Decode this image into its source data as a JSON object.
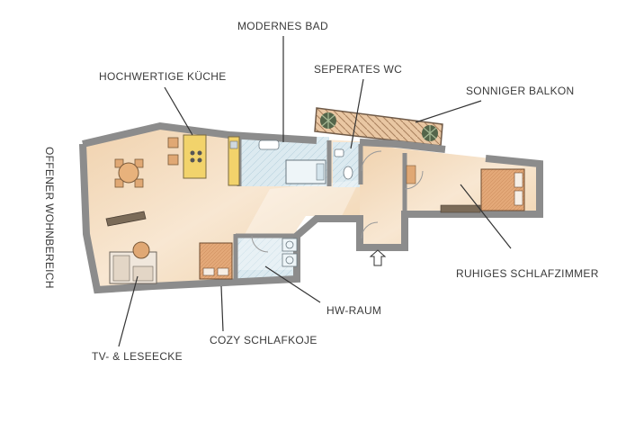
{
  "labels": {
    "modernes_bad": "MODERNES BAD",
    "hochwertige_kueche": "HOCHWERTIGE KÜCHE",
    "seperates_wc": "SEPERATES WC",
    "sonniger_balkon": "SONNIGER BALKON",
    "offener_wohnbereich": "OFFENER WOHNBEREICH",
    "ruhiges_schlafzimmer": "RUHIGES SCHLAFZIMMER",
    "hw_raum": "HW-RAUM",
    "cozy_schlafkoje": "COZY SCHLAFKOJE",
    "tv_leseecke": "TV- & LESEECKE"
  },
  "colors": {
    "wall": "#8c8c8c",
    "floor_wood": "#f3dcc0",
    "floor_tile": "#d8e8ef",
    "leader_line": "#333333",
    "furniture_wood": "#e0a874",
    "kitchen_counter": "#f2d36b",
    "plant_green": "#7e9a6a"
  }
}
